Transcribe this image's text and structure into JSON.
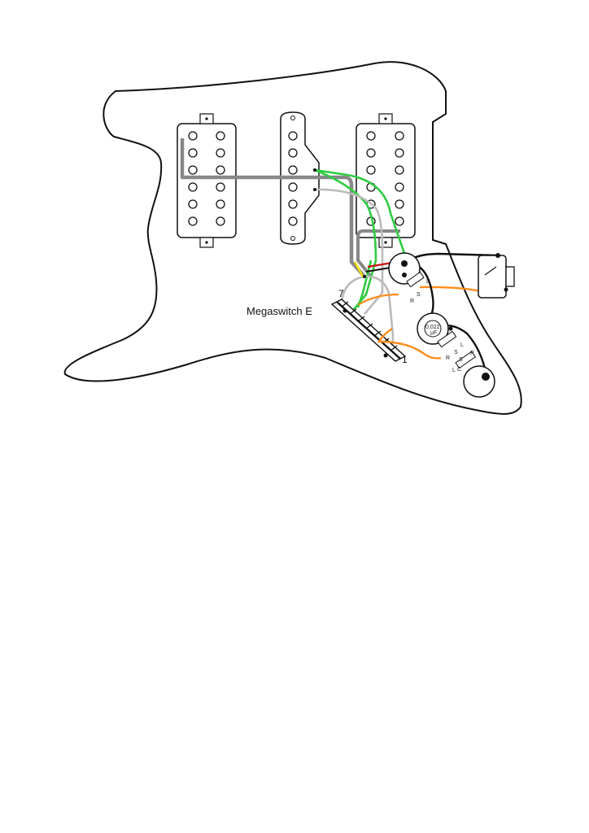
{
  "diagram": {
    "switch_label": "Megaswitch E",
    "switch_pin_top": "7",
    "switch_pin_bottom": "1",
    "capacitor_label": "0,022",
    "capacitor_sub": "µF",
    "tone_pot_lugs": [
      "L",
      "S",
      "R"
    ],
    "volume_pot_lugs": [
      "L",
      "S",
      "R"
    ],
    "lower_pot_lugs": [
      "L",
      "C",
      "S",
      "R"
    ]
  },
  "colors": {
    "outline": "#111111",
    "hot_wire": "#2ecc40",
    "neutral_wire": "#bbbbbb",
    "ground_bus": "#888888",
    "tone_wire": "#ff8c1a",
    "black_wire": "#111111",
    "red_wire": "#cc1111",
    "yellow_wire": "#f5e000"
  }
}
